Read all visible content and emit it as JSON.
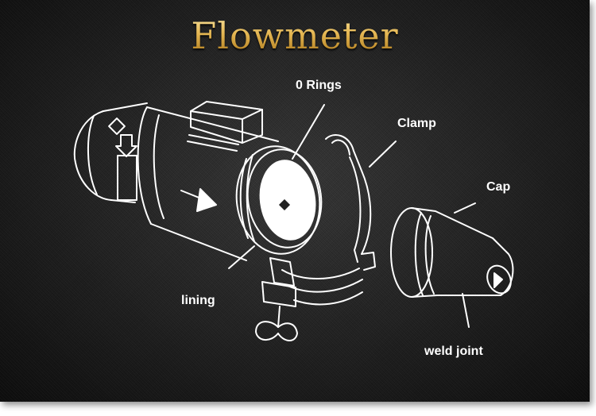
{
  "title": "Flowmeter",
  "labels": {
    "o_rings": "0 Rings",
    "clamp": "Clamp",
    "cap": "Cap",
    "lining": "lining",
    "weld_joint": "weld joint"
  },
  "colors": {
    "title_gold": "#e2b24a",
    "line": "#ffffff",
    "background": "#222222"
  }
}
